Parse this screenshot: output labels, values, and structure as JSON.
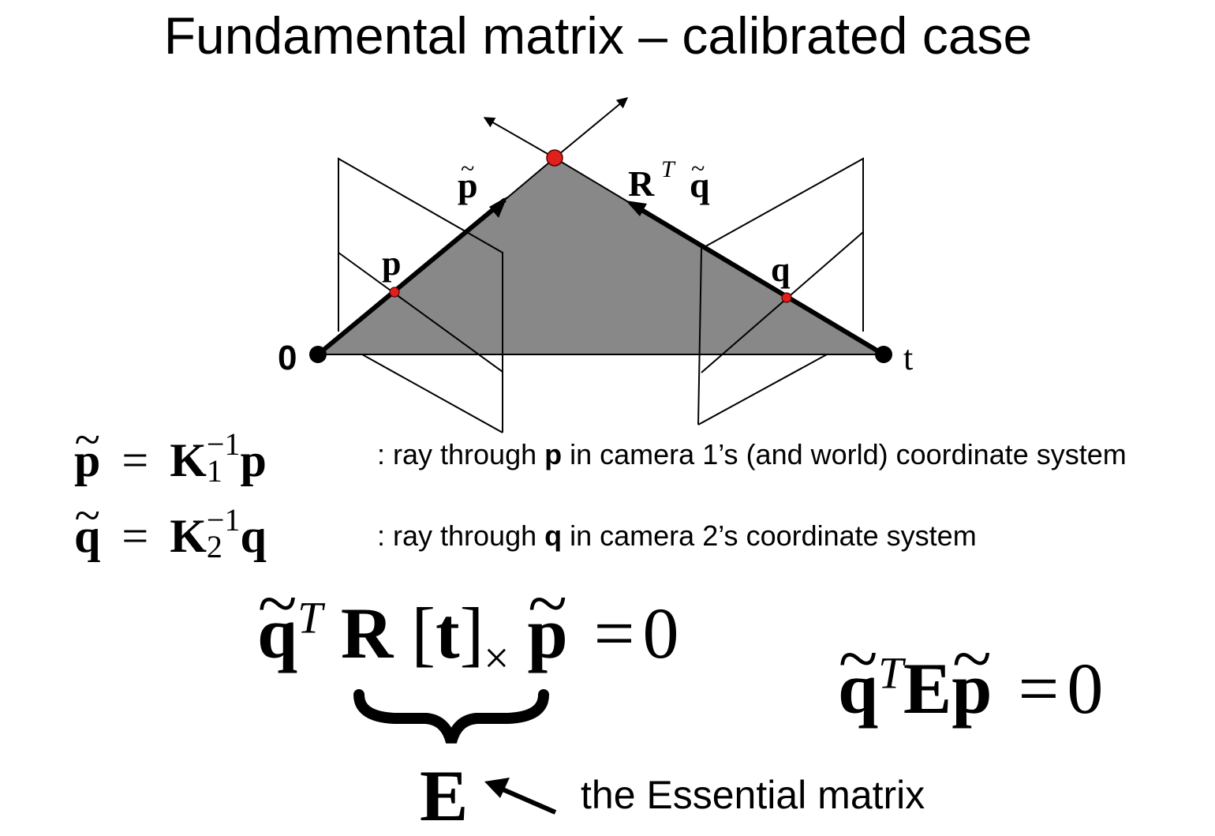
{
  "title": "Fundamental matrix – calibrated case",
  "diagram": {
    "origin_label": "0",
    "t_label": "t",
    "p_label": "p",
    "q_label": "q",
    "p_tilde_symbol": "p",
    "rtq_R": "R",
    "rtq_T": "T",
    "rtq_q": "q",
    "tilde": "~",
    "colors": {
      "triangle_fill": "#888888",
      "point_red": "#e0201c",
      "stroke": "#000000"
    }
  },
  "equations": {
    "eq1": {
      "lhs": "p",
      "eq": "=",
      "K": "K",
      "sub": "1",
      "sup": "−1",
      "rhs": "p"
    },
    "eq1_desc": {
      "pre": ": ray through ",
      "bold": "p",
      "post": " in camera 1’s (and world) coordinate system"
    },
    "eq2": {
      "lhs": "q",
      "eq": "=",
      "K": "K",
      "sub": "2",
      "sup": "−1",
      "rhs": "q"
    },
    "eq2_desc": {
      "pre": ": ray through ",
      "bold": "q",
      "post": " in camera 2’s coordinate system"
    },
    "main": {
      "q": "q",
      "T": "T",
      "R": "R",
      "open": "[",
      "t": "t",
      "close": "]",
      "times": "×",
      "p": "p",
      "eq": "=",
      "zero": "0"
    },
    "essential": {
      "q": "q",
      "T": "T",
      "E": "E",
      "p": "p",
      "eq": "=",
      "zero": "0"
    },
    "brace_label": "E",
    "essential_caption": "the Essential matrix"
  }
}
